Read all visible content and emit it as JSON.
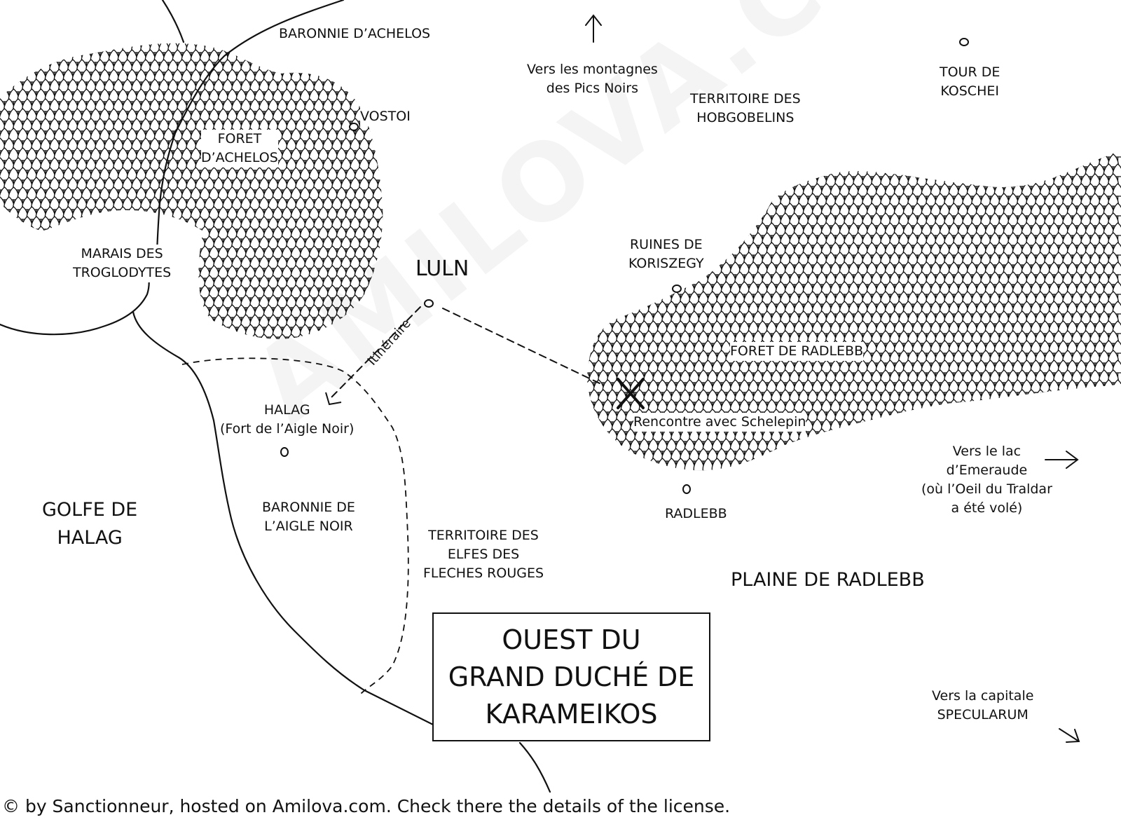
{
  "map": {
    "title_lines": [
      "OUEST DU",
      "GRAND DUCHÉ DE",
      "KARAMEIKOS"
    ],
    "watermark": "AMILOVA.COM",
    "copyright": "© by Sanctionneur, hosted on Amilova.com. Check there the details of the license.",
    "route_label": "Itinéraire",
    "encounter_label": "Rencontre avec Schelepin",
    "labels": {
      "baronnie_achelos": "BARONNIE D’ACHELOS",
      "vostoi": "VOSTOI",
      "foret_achelos": [
        "FORET",
        "D’ACHELOS"
      ],
      "marais": [
        "MARAIS DES",
        "TROGLODYTES"
      ],
      "montagnes": [
        "Vers les montagnes",
        "des Pics Noirs"
      ],
      "hobgobelins": [
        "TERRITOIRE DES",
        "HOBGOBELINS"
      ],
      "tour": [
        "TOUR DE",
        "KOSCHEI"
      ],
      "ruines": [
        "RUINES DE",
        "KORISZEGY"
      ],
      "luln": "LULN",
      "foret_radlebb": "FORET DE RADLEBB",
      "halag": [
        "HALAG",
        "(Fort de l’Aigle Noir)"
      ],
      "golfe": [
        "GOLFE DE",
        "HALAG"
      ],
      "baronnie_aigle": [
        "BARONNIE DE",
        "L’AIGLE NOIR"
      ],
      "elfes": [
        "TERRITOIRE DES",
        "ELFES DES",
        "FLECHES ROUGES"
      ],
      "radlebb": "RADLEBB",
      "lac": [
        "Vers le lac",
        "d’Emeraude",
        "(où l’Oeil du Traldar",
        "a été volé)"
      ],
      "plaine": "PLAINE DE RADLEBB",
      "capitale": [
        "Vers la capitale",
        "SPECULARUM"
      ]
    },
    "colors": {
      "ink": "#111111",
      "paper": "#ffffff"
    }
  }
}
